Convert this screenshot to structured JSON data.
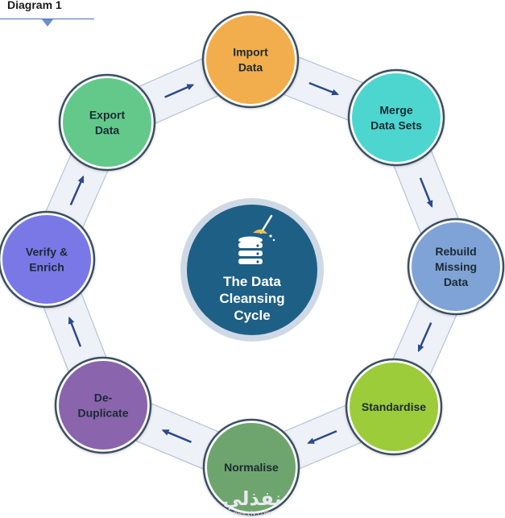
{
  "header": {
    "label": "Diagram 1"
  },
  "center": {
    "lines": [
      "The Data",
      "Cleansing",
      "Cycle"
    ]
  },
  "nodes": [
    {
      "lines": [
        "Import",
        "Data"
      ],
      "color": "#f2ae4c"
    },
    {
      "lines": [
        "Merge",
        "Data Sets"
      ],
      "color": "#4dd6d0"
    },
    {
      "lines": [
        "Rebuild",
        "Missing",
        "Data"
      ],
      "color": "#7fa3d6"
    },
    {
      "lines": [
        "Standardise"
      ],
      "color": "#9ccc3a"
    },
    {
      "lines": [
        "Normalise"
      ],
      "color": "#6ea56e"
    },
    {
      "lines": [
        "De-",
        "Duplicate"
      ],
      "color": "#8a64ad"
    },
    {
      "lines": [
        "Verify &",
        "Enrich"
      ],
      "color": "#7a78e6"
    },
    {
      "lines": [
        "Export",
        "Data"
      ],
      "color": "#63c98a"
    }
  ],
  "watermark": {
    "arabic": "نفذلي",
    "url": "nafezly.com"
  }
}
